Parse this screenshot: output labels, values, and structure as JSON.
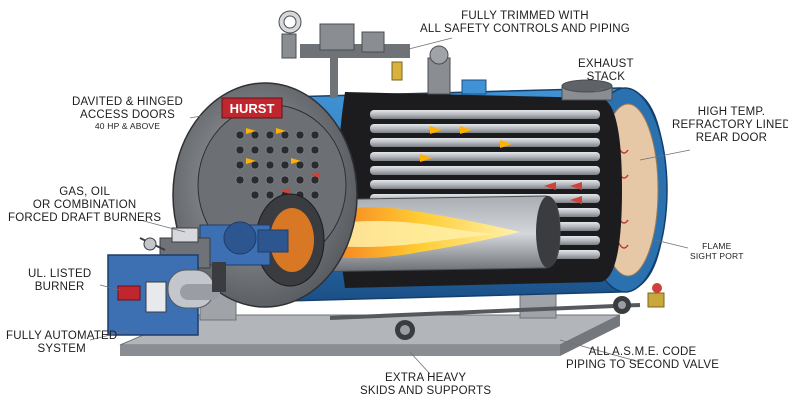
{
  "labels": {
    "trim": {
      "line1": "FULLY TRIMMED WITH",
      "line2": "ALL SAFETY CONTROLS AND PIPING"
    },
    "exhaust": {
      "line1": "EXHAUST",
      "line2": "STACK"
    },
    "refractory": {
      "line1": "HIGH TEMP.",
      "line2": "REFRACTORY LINED",
      "line3": "REAR DOOR"
    },
    "doors": {
      "line1": "DAVITED & HINGED",
      "line2": "ACCESS DOORS",
      "note": "40 HP & ABOVE"
    },
    "burners": {
      "line1": "GAS, OIL",
      "line2": "OR COMBINATION",
      "line3": "FORCED DRAFT BURNERS"
    },
    "ul": {
      "line1": "UL. LISTED",
      "line2": "BURNER"
    },
    "automated": {
      "line1": "FULLY AUTOMATED",
      "line2": "SYSTEM"
    },
    "flame_port": {
      "line1": "FLAME",
      "line2": "SIGHT PORT"
    },
    "asme": {
      "line1": "ALL A.S.M.E. CODE",
      "line2": "PIPING TO SECOND VALVE"
    },
    "skids": {
      "line1": "EXTRA HEAVY",
      "line2": "SKIDS AND SUPPORTS"
    }
  },
  "brand": {
    "logo_text": "HURST"
  },
  "colors": {
    "shell_blue": "#2f7fc0",
    "shell_dark": "#1e5a93",
    "steel_gray": "#8c8f94",
    "flame_yellow": "#ffd23c",
    "flame_orange": "#f58220",
    "refractory": "#e7c8a6",
    "burner_blue": "#3d6fb3"
  }
}
